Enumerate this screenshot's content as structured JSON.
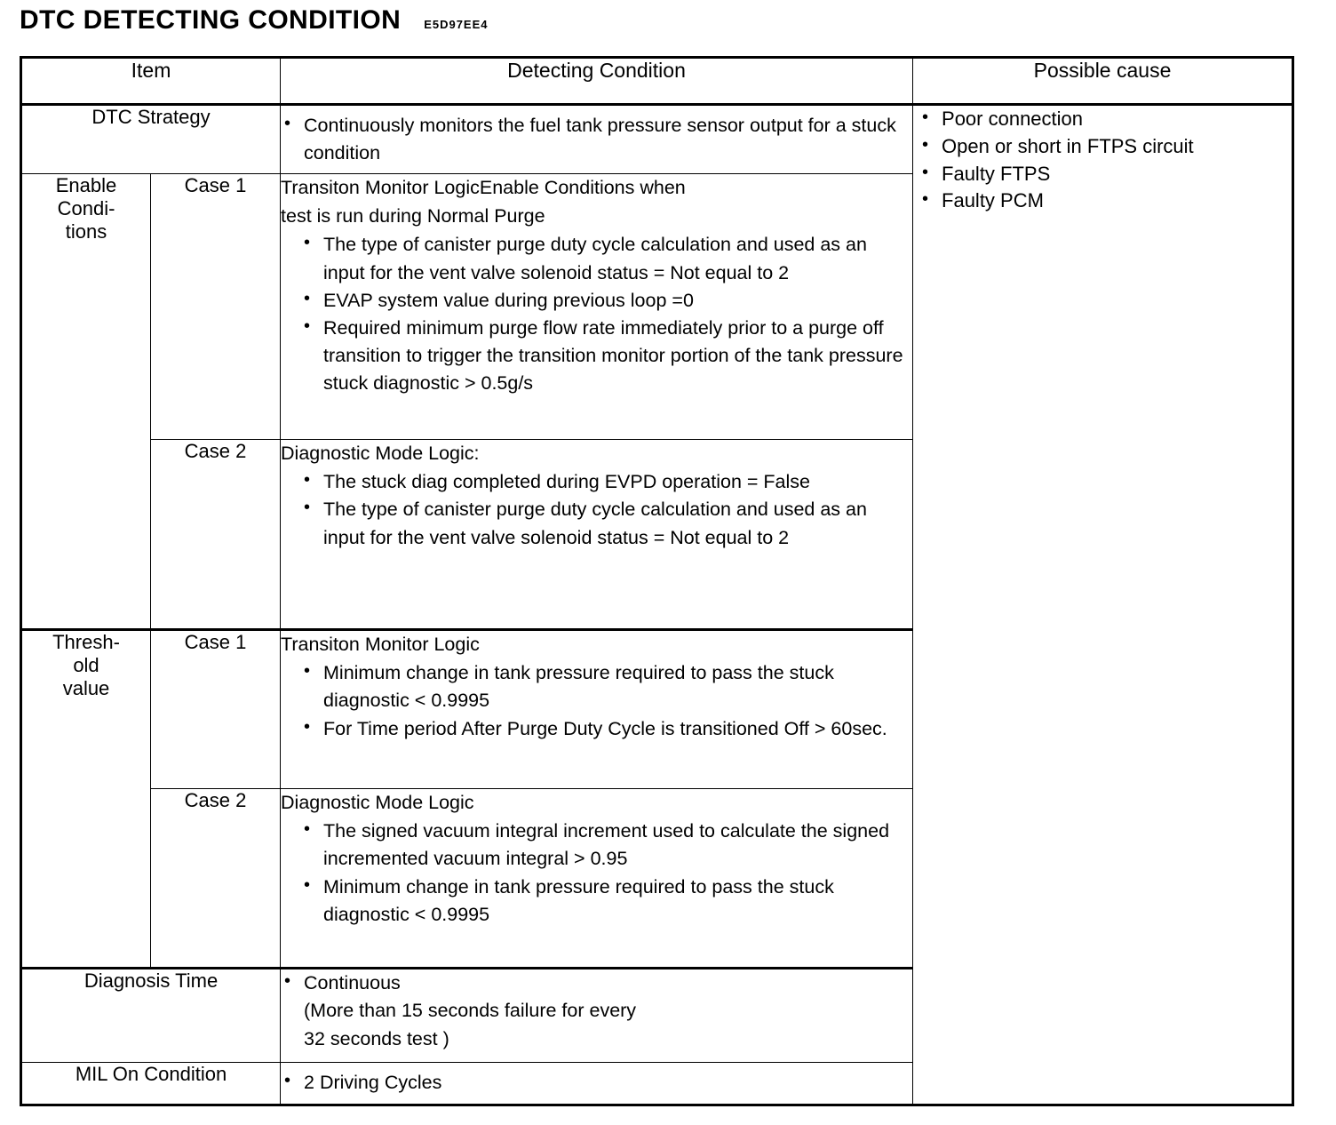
{
  "document": {
    "title": "DTC DETECTING CONDITION",
    "code": "E5D97EE4"
  },
  "table": {
    "headers": {
      "item": "Item",
      "detecting_condition": "Detecting Condition",
      "possible_cause": "Possible cause"
    },
    "rows": {
      "dtc_strategy": {
        "label": "DTC Strategy",
        "bullets": [
          "Continuously monitors the fuel tank pressure sensor output for a stuck condition"
        ]
      },
      "enable_conditions": {
        "label_line1": "Enable",
        "label_line2": "Condi-",
        "label_line3": "tions",
        "case1": {
          "case_label": "Case 1",
          "lead1": "Transiton Monitor LogicEnable Conditions when",
          "lead2": "test is run during Normal Purge",
          "bullets": [
            "The type of canister purge duty cycle calculation and used as an input for the vent valve solenoid status = Not equal to 2",
            "EVAP system value during previous loop =0",
            "Required minimum purge flow rate immediately prior to a purge off transition to trigger the transition monitor portion of the tank pressure stuck diagnostic > 0.5g/s"
          ]
        },
        "case2": {
          "case_label": "Case 2",
          "lead1": "Diagnostic Mode Logic:",
          "bullets": [
            "The stuck diag completed during EVPD operation = False",
            "The type of canister purge duty cycle calculation and used as an input for the vent valve solenoid status = Not equal to 2"
          ]
        }
      },
      "threshold_value": {
        "label_line1": "Thresh-",
        "label_line2": "old",
        "label_line3": "value",
        "case1": {
          "case_label": "Case 1",
          "lead1": "Transiton Monitor Logic",
          "bullets": [
            "Minimum change in tank pressure required to pass the stuck diagnostic < 0.9995",
            "For Time period After Purge Duty Cycle is transitioned Off > 60sec."
          ]
        },
        "case2": {
          "case_label": "Case 2",
          "lead1": "Diagnostic Mode Logic",
          "bullets": [
            "The signed vacuum integral increment used to calculate the signed incremented vacuum integral  >  0.95",
            "Minimum change in tank pressure required to pass the stuck diagnostic  <  0.9995"
          ]
        }
      },
      "diagnosis_time": {
        "label": "Diagnosis Time",
        "bullet1": "Continuous",
        "extra_line1": "(More than 15 seconds failure for every",
        "extra_line2": "32 seconds test )"
      },
      "mil_on_condition": {
        "label": "MIL On Condition",
        "bullets": [
          "2 Driving Cycles"
        ]
      }
    },
    "possible_cause_items": [
      "Poor connection",
      "Open or short in FTPS circuit",
      "Faulty FTPS",
      "Faulty PCM"
    ]
  }
}
